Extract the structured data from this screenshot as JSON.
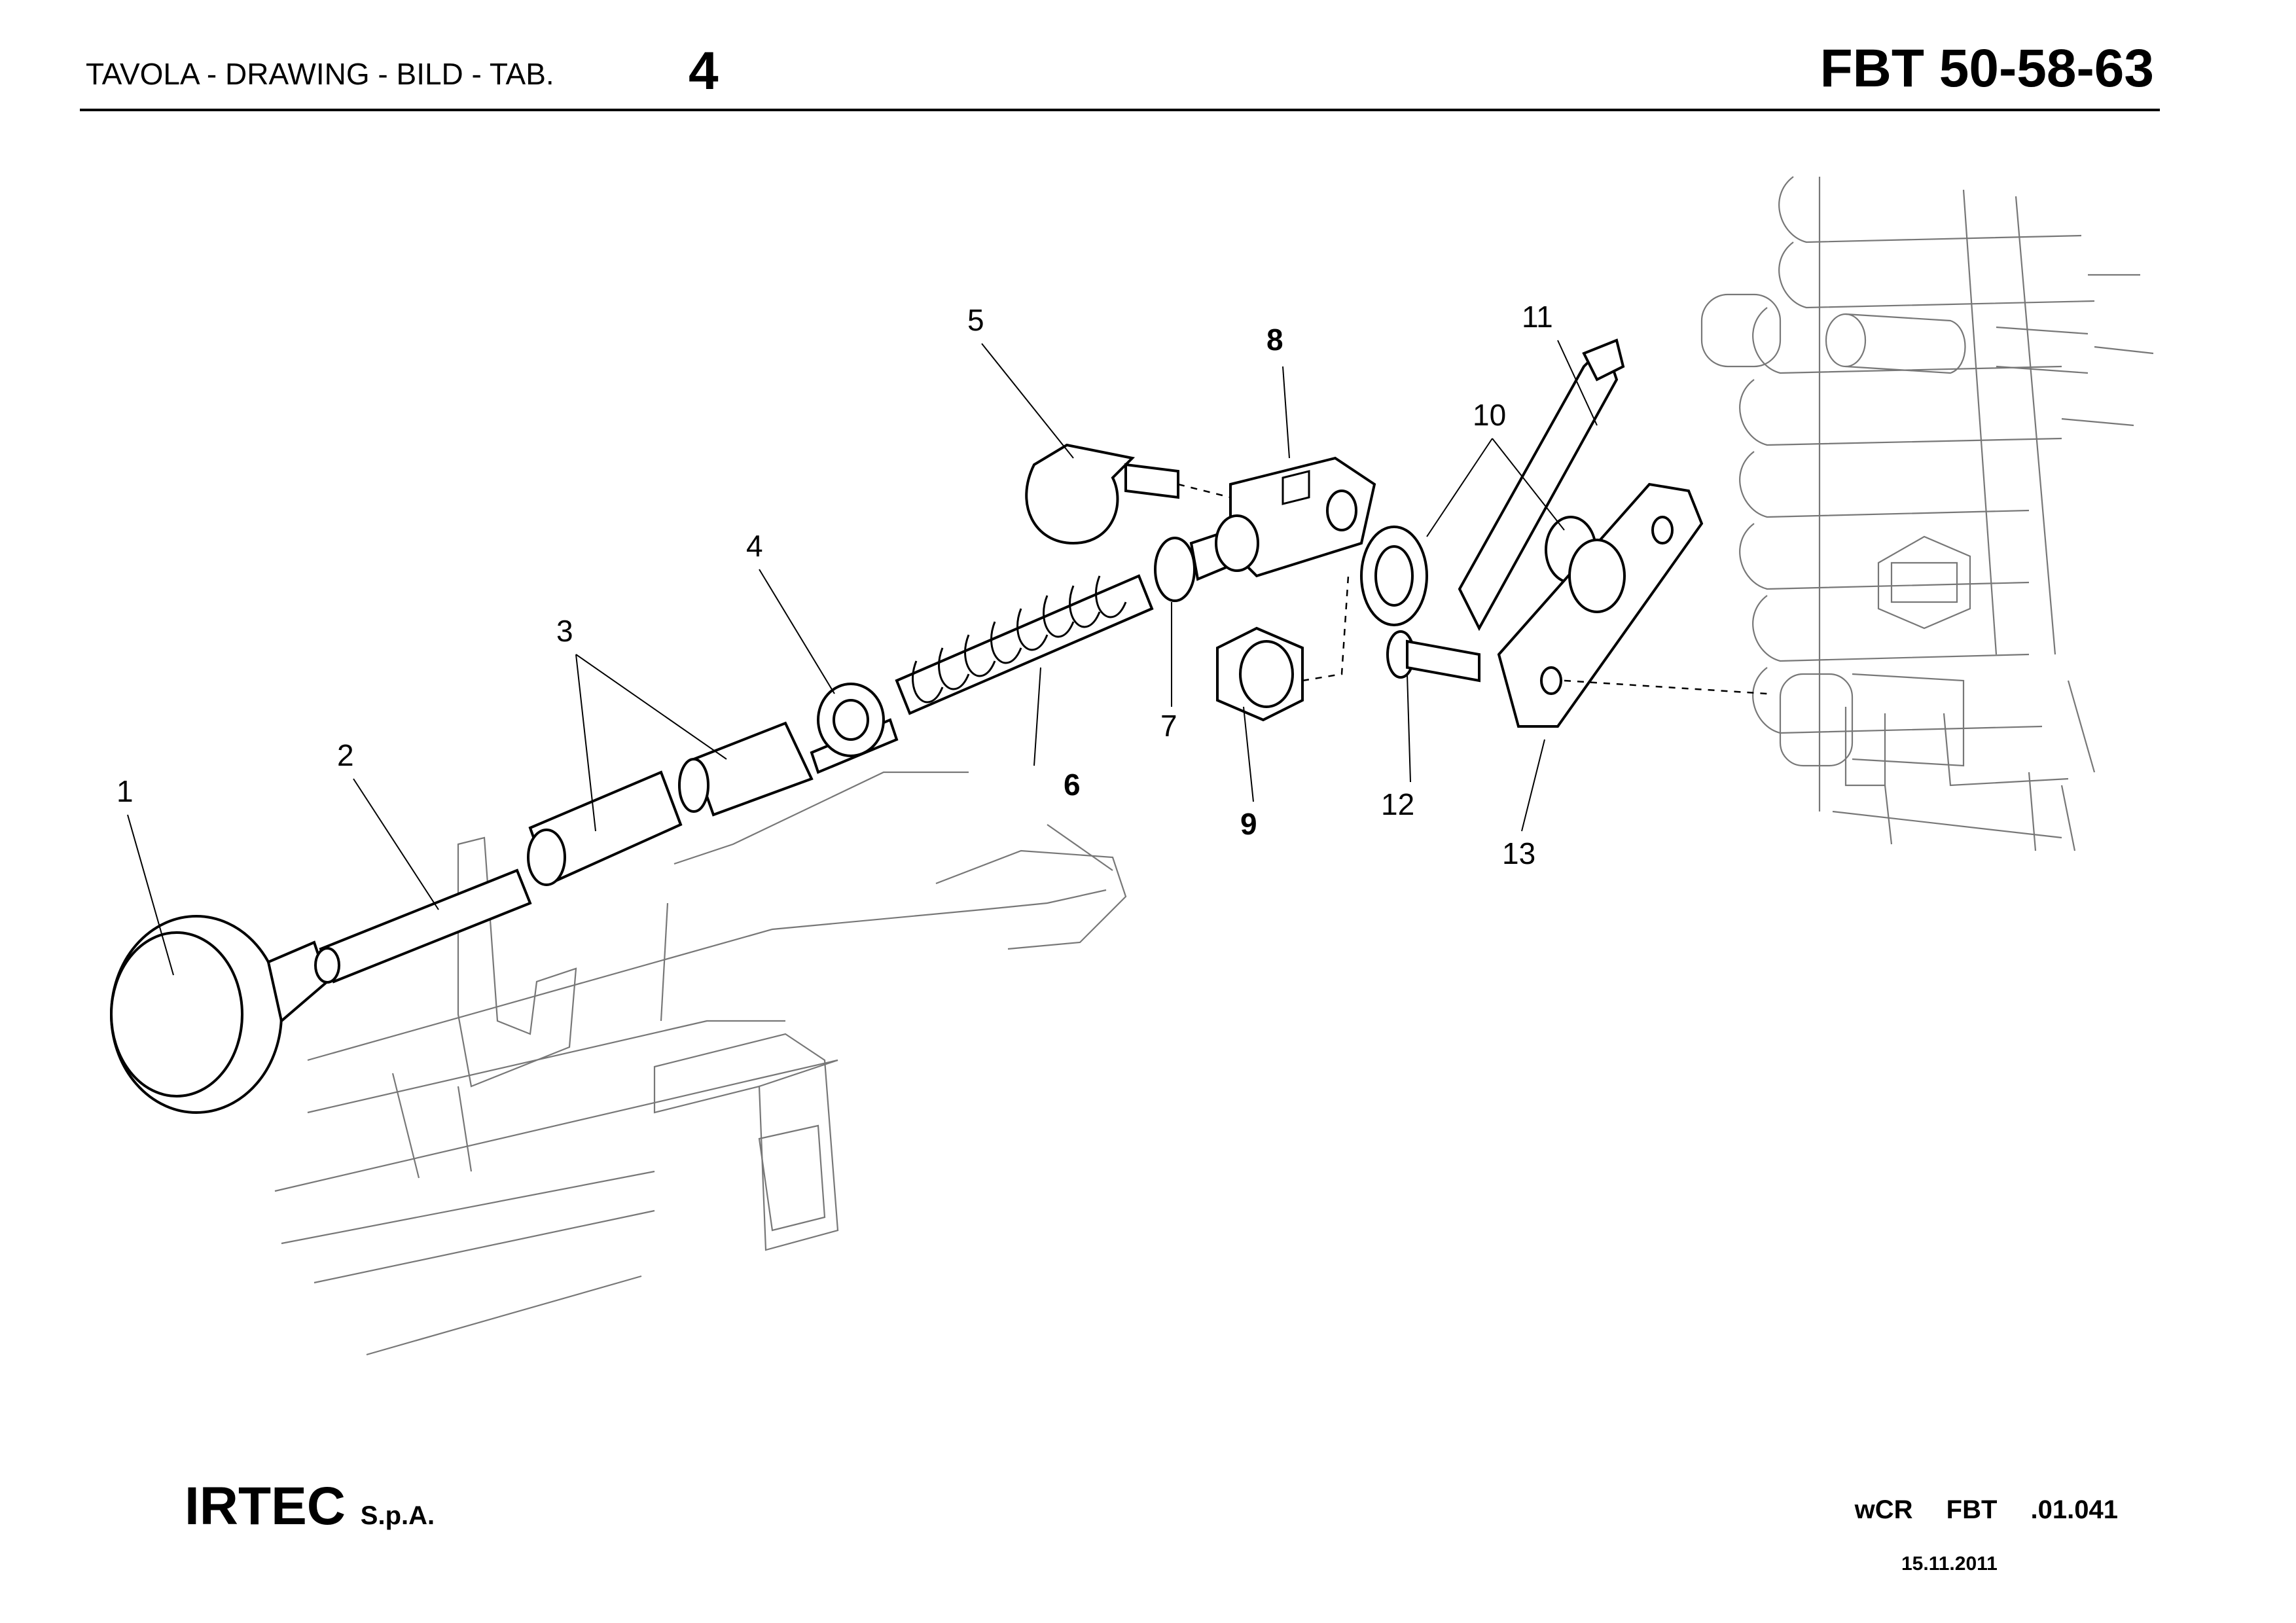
{
  "header": {
    "left_text": "TAVOLA - DRAWING - BILD - TAB.",
    "table_number": "4",
    "model": "FBT 50-58-63"
  },
  "callouts": [
    "1",
    "2",
    "3",
    "4",
    "5",
    "6",
    "7",
    "8",
    "9",
    "10",
    "11",
    "12",
    "13"
  ],
  "footer": {
    "company": "IRTEC",
    "company_suffix": "S.p.A.",
    "code": "wCR FBT .01.041",
    "date": "15.11.2011"
  }
}
